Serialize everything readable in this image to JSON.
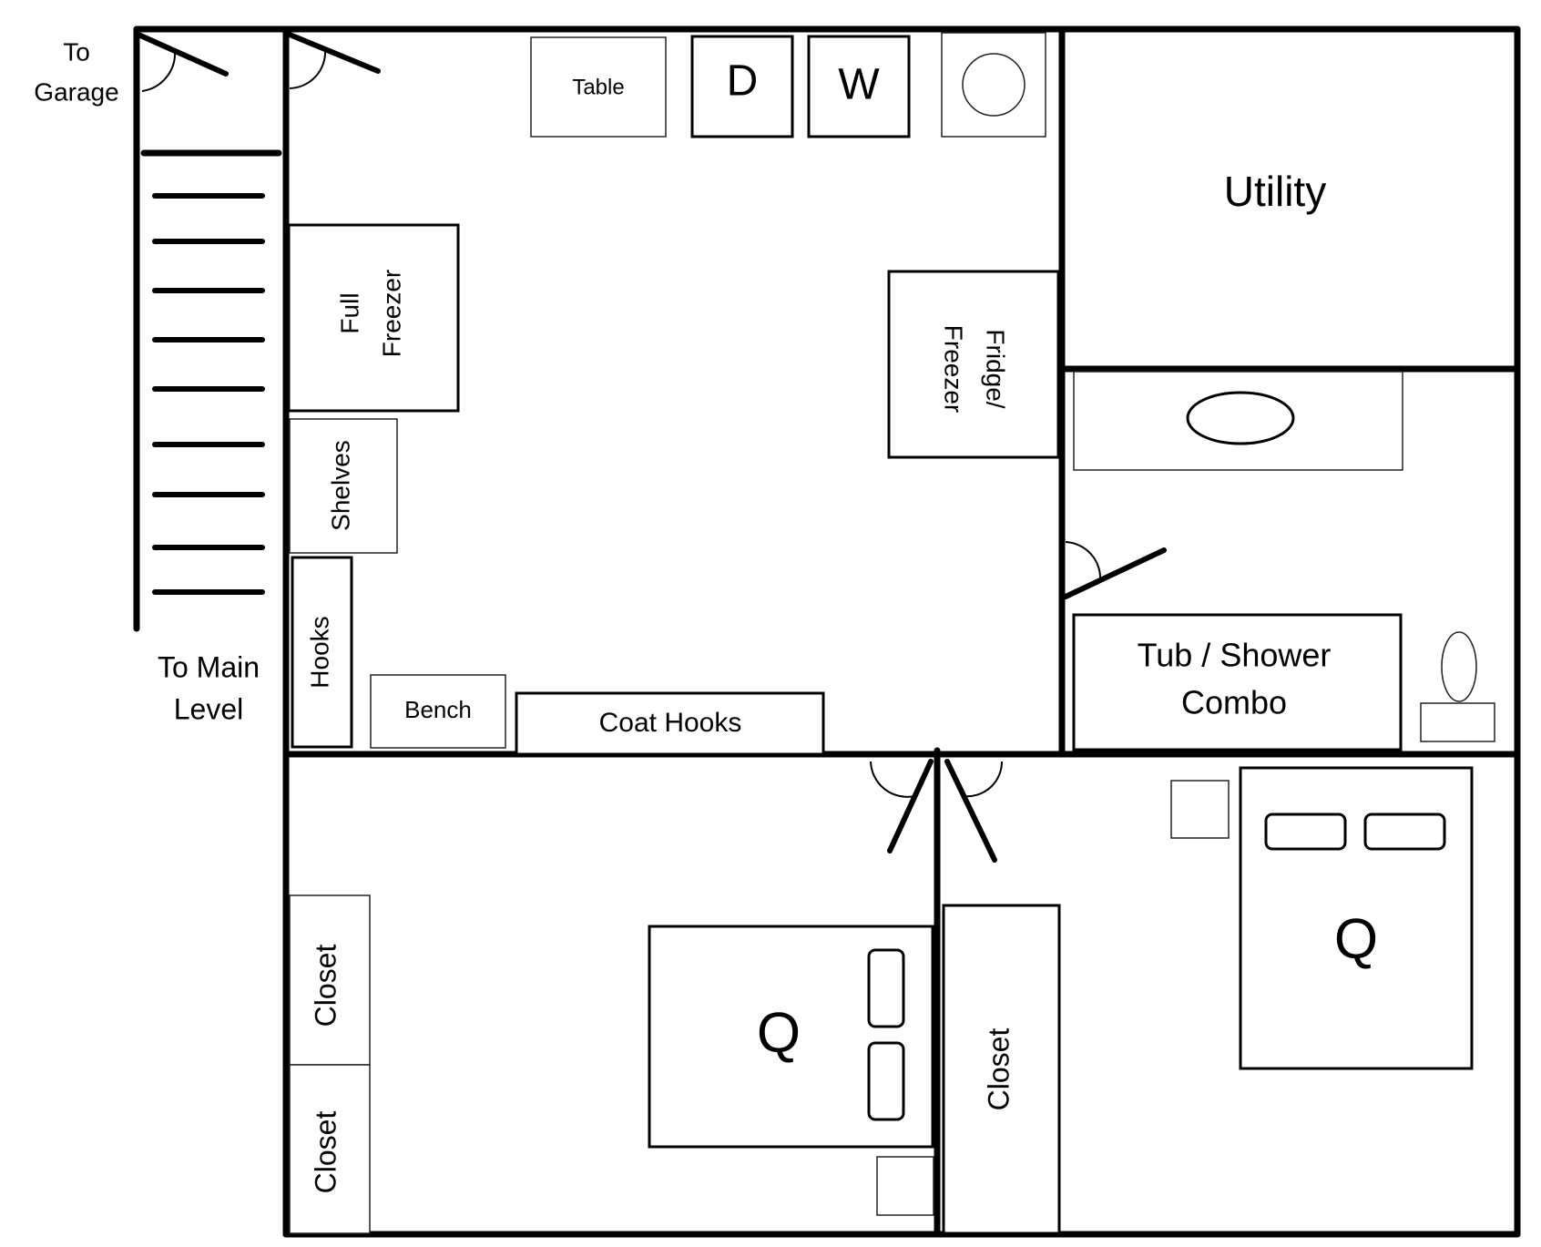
{
  "labels": {
    "to_garage_1": "To",
    "to_garage_2": "Garage",
    "to_main_1": "To Main",
    "to_main_2": "Level",
    "table": "Table",
    "dryer": "D",
    "washer": "W",
    "utility": "Utility",
    "full_freezer_1": "Full",
    "full_freezer_2": "Freezer",
    "fridge_1": "Fridge/",
    "fridge_2": "Freezer",
    "shelves": "Shelves",
    "hooks": "Hooks",
    "bench": "Bench",
    "coat_hooks": "Coat Hooks",
    "tub_1": "Tub / Shower",
    "tub_2": "Combo",
    "closet_left_top": "Closet",
    "closet_left_bottom": "Closet",
    "closet_middle": "Closet",
    "queen_left": "Q",
    "queen_right": "Q"
  },
  "colors": {
    "line": "#000000",
    "background": "#ffffff"
  }
}
